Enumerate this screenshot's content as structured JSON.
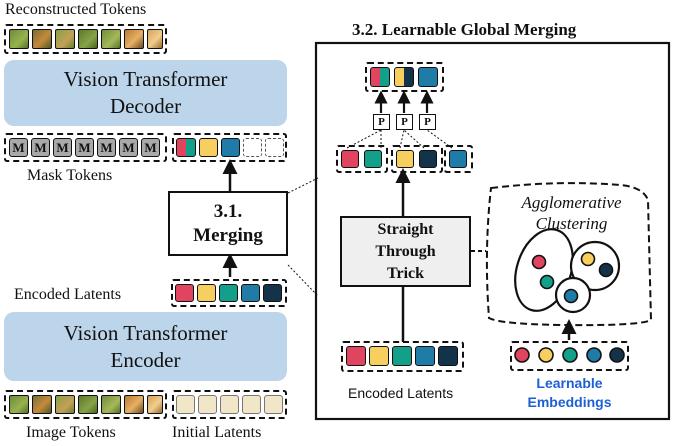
{
  "labels": {
    "reconstructed_tokens": "Reconstructed Tokens",
    "mask_tokens": "Mask Tokens",
    "encoded_latents_left": "Encoded Latents",
    "image_tokens": "Image Tokens",
    "initial_latents": "Initial Latents",
    "encoded_latents_right": "Encoded Latents",
    "learnable_embeddings_1": "Learnable",
    "learnable_embeddings_2": "Embeddings"
  },
  "decoder": {
    "line1": "Vision Transformer",
    "line2": "Decoder"
  },
  "encoder": {
    "line1": "Vision Transformer",
    "line2": "Encoder"
  },
  "merging": {
    "line1": "3.1.",
    "line2": "Merging"
  },
  "panel": {
    "title": "3.2. Learnable Global Merging"
  },
  "stt": {
    "line1": "Straight",
    "line2": "Through",
    "line3": "Trick"
  },
  "clustering": {
    "line1": "Agglomerative",
    "line2": "Clustering"
  },
  "mask_letter": "M",
  "proj_letter": "P",
  "colors": {
    "red": "#e0445e",
    "yellow": "#f6cf5f",
    "teal": "#12a08a",
    "blue": "#1f7ba8",
    "navy": "#12334a",
    "beige": "#f2e6c8",
    "vit": "#bcd5ea",
    "learnable_text": "#1f5fd6"
  }
}
